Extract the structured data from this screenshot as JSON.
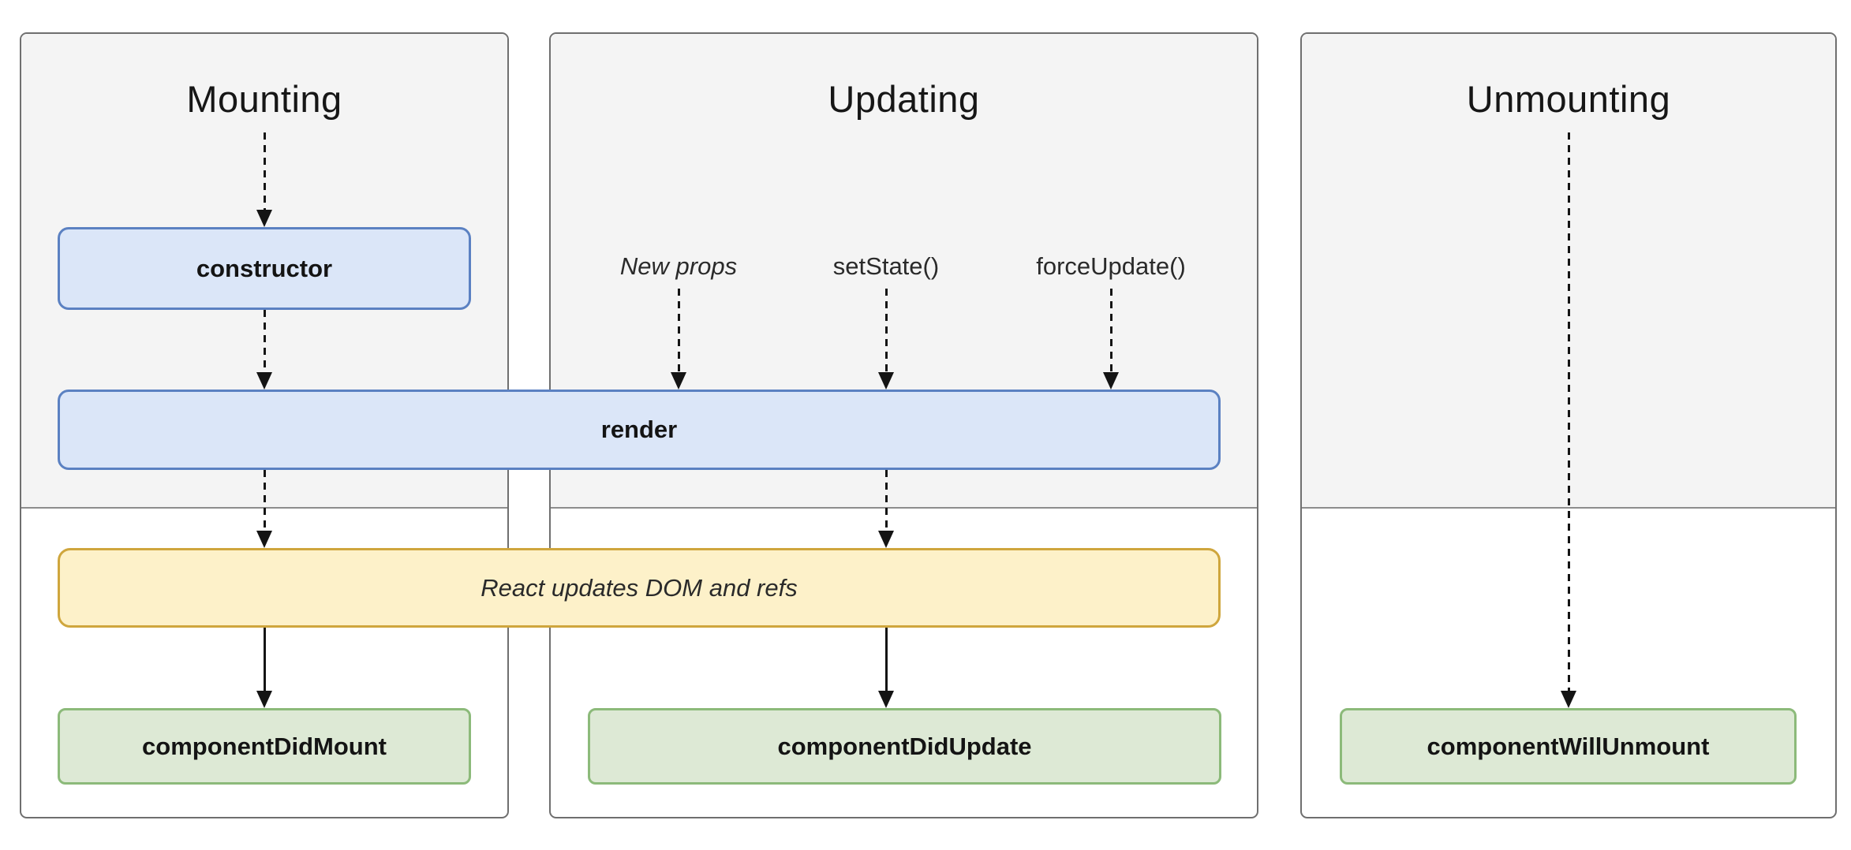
{
  "columns": [
    {
      "title": "Mounting"
    },
    {
      "title": "Updating"
    },
    {
      "title": "Unmounting"
    }
  ],
  "triggers": {
    "new_props": "New props",
    "set_state": "setState()",
    "force_update": "forceUpdate()"
  },
  "boxes": {
    "constructor": "constructor",
    "render": "render",
    "react_updates": "React updates DOM and refs",
    "component_did_mount": "componentDidMount",
    "component_did_update": "componentDidUpdate",
    "component_will_unmount": "componentWillUnmount"
  },
  "colors": {
    "render_phase_bg": "#f4f4f4",
    "column_border": "#6f6f6f",
    "phase_divider": "#8d8d8d",
    "lifecycle_box_fill": "#dbe6f8",
    "lifecycle_box_border": "#5b81c2",
    "side_effect_fill": "#fdf1c9",
    "side_effect_border": "#cfa63d",
    "commit_box_fill": "#dde9d5",
    "commit_box_border": "#8cba7a",
    "arrow": "#141414"
  }
}
